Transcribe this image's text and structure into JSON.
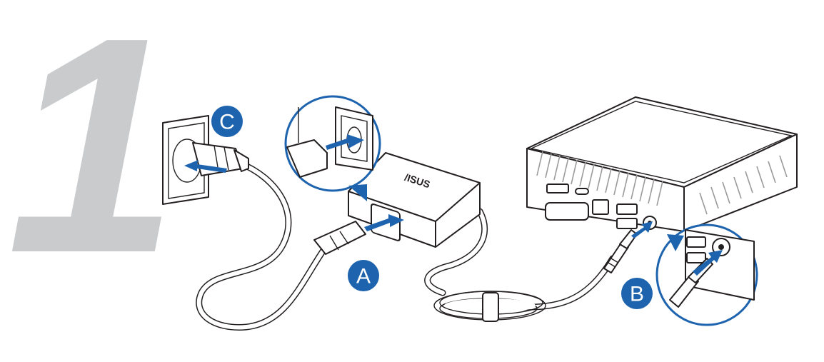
{
  "step": {
    "number": "1"
  },
  "badges": {
    "a": "A",
    "b": "B",
    "c": "C"
  },
  "adapter": {
    "logo": "/ISUS"
  },
  "colors": {
    "accent": "#1d63ae",
    "step_number": "#c9cbcd",
    "line": "#231f20"
  },
  "icons": [
    "wall-outlet-icon",
    "power-plug-icon",
    "power-adapter-icon",
    "dc-barrel-connector-icon",
    "mini-pc-icon",
    "insert-arrow-icon"
  ]
}
